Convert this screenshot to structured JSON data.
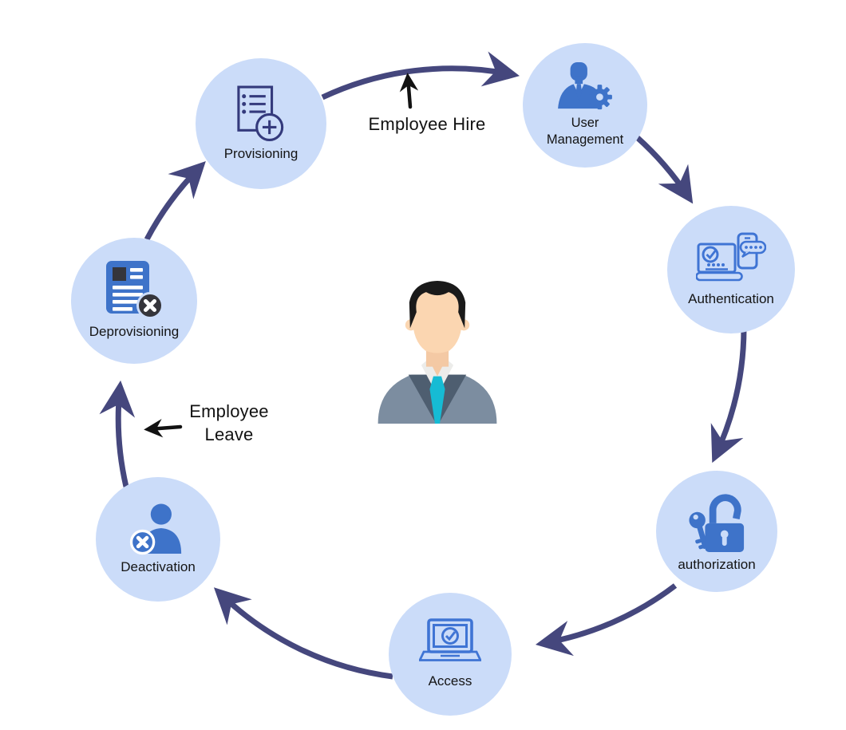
{
  "diagram": {
    "nodes": [
      {
        "id": "provisioning",
        "label": "Provisioning",
        "icon": "document-add-icon"
      },
      {
        "id": "user-management",
        "label": "User Management",
        "icon": "user-gear-icon"
      },
      {
        "id": "authentication",
        "label": "Authentication",
        "icon": "laptop-otp-phone-icon"
      },
      {
        "id": "authorization",
        "label": "authorization",
        "icon": "key-padlock-icon"
      },
      {
        "id": "access",
        "label": "Access",
        "icon": "laptop-check-icon"
      },
      {
        "id": "deactivation",
        "label": "Deactivation",
        "icon": "user-remove-icon"
      },
      {
        "id": "deprovisioning",
        "label": "Deprovisioning",
        "icon": "document-remove-icon"
      }
    ],
    "annotations": {
      "hire": "Employee Hire",
      "leave": "Employee Leave"
    },
    "center_figure": "businessman-avatar",
    "colors": {
      "node_fill": "#cbdcf9",
      "cycle_arrow": "#45477d",
      "annotation_arrow": "#121212",
      "icon_solid_blue": "#3e73c9",
      "icon_outline_navy": "#343a7c",
      "icon_outline_blue": "#3f74d4",
      "badge_dark": "#35353b",
      "suit_gray": "#7c8da0",
      "suit_lapel": "#4e5e70",
      "tie_teal": "#16bbd4",
      "skin": "#fbd6b1",
      "label_text": "#141414"
    }
  }
}
